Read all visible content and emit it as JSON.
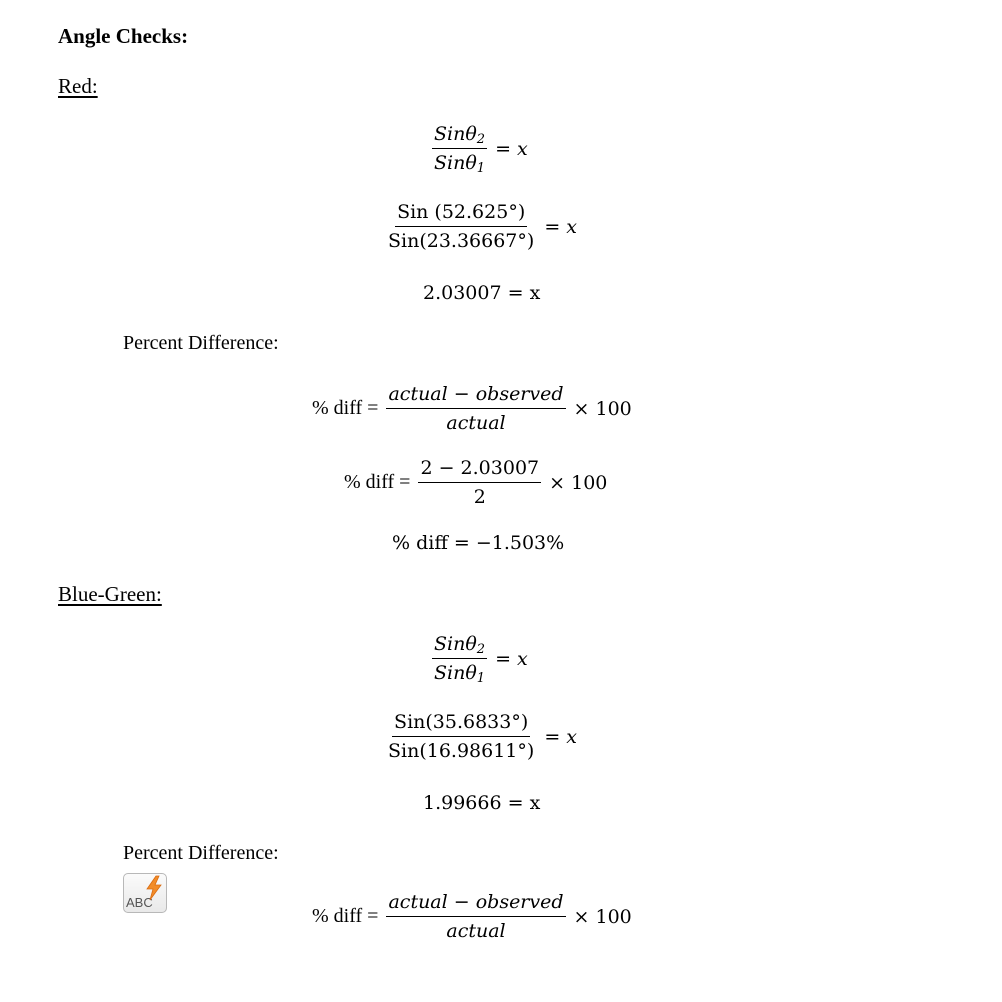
{
  "title": "Angle Checks:",
  "red": {
    "heading": "Red:",
    "ratio": {
      "num_fn": "Sin",
      "num_var": "θ",
      "num_sub": "2",
      "den_fn": "Sin",
      "den_var": "θ",
      "den_sub": "1",
      "rhs": "= x"
    },
    "calc": {
      "num": "Sin (52.625°)",
      "den": "Sin(23.36667°)",
      "rhs": "= x"
    },
    "result": "2.03007 = x",
    "percent_label": "Percent Difference:",
    "formula": {
      "lhs": "% diff =",
      "num": "actual − observed",
      "den": "actual",
      "times": "× 100"
    },
    "sub": {
      "lhs": "% diff =",
      "num": "2 − 2.03007",
      "den": "2",
      "times": "× 100"
    },
    "final": "% diff =  −1.503%"
  },
  "blue_green": {
    "heading": "Blue-Green:",
    "ratio": {
      "num_fn": "Sin",
      "num_var": "θ",
      "num_sub": "2",
      "den_fn": "Sin",
      "den_var": "θ",
      "den_sub": "1",
      "rhs": "= x"
    },
    "calc": {
      "num": "Sin(35.6833°)",
      "den": "Sin(16.98611°)",
      "rhs": "= x"
    },
    "result": "1.99666 = x",
    "percent_label": "Percent Difference:",
    "formula": {
      "lhs": "% diff =",
      "num": "actual − observed",
      "den": "actual",
      "times": "× 100"
    }
  },
  "widget": {
    "text": "ABC",
    "icon": "lightning-bolt-icon",
    "accent": "#f28c28"
  }
}
